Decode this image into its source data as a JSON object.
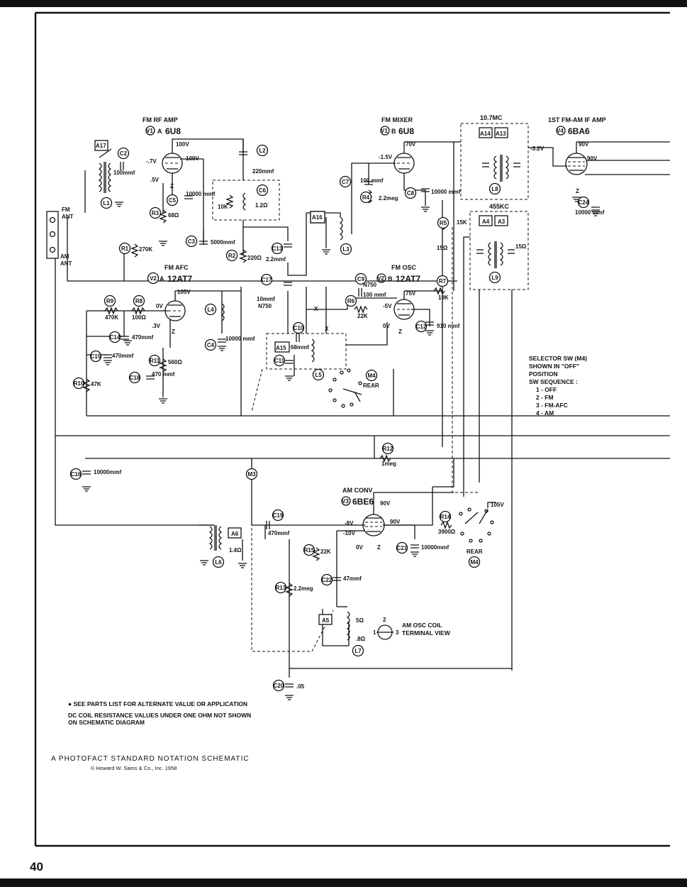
{
  "page_number": "40",
  "stages": {
    "v1a": {
      "title": "FM RF AMP",
      "ref": "V1",
      "section": "A",
      "tube": "6U8"
    },
    "v1b": {
      "title": "FM MIXER",
      "ref": "V1",
      "section": "B",
      "tube": "6U8"
    },
    "v4": {
      "title": "1ST FM-AM IF AMP",
      "ref": "V4",
      "tube": "6BA6"
    },
    "v2a": {
      "title": "FM AFC",
      "ref": "V2",
      "section": "A",
      "tube": "12AT7"
    },
    "v2b": {
      "title": "FM OSC",
      "ref": "V2",
      "section": "B",
      "tube": "12AT7"
    },
    "v3": {
      "title": "AM CONV",
      "ref": "V3",
      "tube": "6BE6"
    }
  },
  "transformers": {
    "t1": "10.7MC",
    "t2": "455KC"
  },
  "antenna": {
    "fm": [
      "FM",
      "ANT"
    ],
    "am": [
      "AM",
      "ANT"
    ]
  },
  "circled_refs": [
    "L1",
    "C2",
    "L2",
    "C6",
    "C5",
    "R3",
    "C3",
    "R2",
    "C13",
    "L3",
    "C7",
    "R4",
    "C8",
    "R5",
    "L8",
    "C24",
    "R1",
    "V2",
    "C17",
    "C9",
    "R6",
    "R7",
    "C12",
    "L9",
    "R9",
    "R8",
    "C14",
    "C15",
    "R11",
    "C18",
    "R10",
    "L4",
    "C4",
    "C10",
    "C11",
    "L5",
    "M4",
    "R12",
    "C16",
    "M3",
    "C19",
    "L6",
    "R15",
    "C21",
    "R14",
    "M4",
    "R13",
    "C22",
    "L7",
    "C20"
  ],
  "boxed_refs": [
    "A17",
    "A16",
    "A14",
    "A13",
    "A4",
    "A3",
    "A15",
    "A6",
    "A5"
  ],
  "values": {
    "c2": "100mmf",
    "c6": "220mmf",
    "r10k": "10K",
    "l2_r": "1.2Ω",
    "c5": "10000 mmf",
    "r3": "68Ω",
    "c3": "5000mmf",
    "r2": "220Ω",
    "c13": "2.2mmf",
    "c7": "100 mmf",
    "r4": "2.2meg",
    "c8": "10000 mmf",
    "r5": "15K",
    "r_15": "15Ω",
    "c24": "10000 mmf",
    "r1": "270K",
    "c17": "10mmf",
    "c17b": "N750",
    "c9": "N750",
    "c9b": "100 mmf",
    "r6": "22K",
    "r7": "10K",
    "c12": "910 mmf",
    "r9": "470K",
    "r8": "100Ω",
    "c14": "470mmf",
    "c15": "470mmf",
    "r11": "560Ω",
    "c18": "470 mmf",
    "r10": "47K",
    "c4": "10000 mmf",
    "c10": "68mmf",
    "r12": "1meg",
    "c16": "10000mmf",
    "c19": "470mmf",
    "l6_r": "1.4Ω",
    "r15": "22K",
    "c21": "10000mmf",
    "r14": "3900Ω",
    "r13": "2.2meg",
    "c22": "47mmf",
    "l7_r1": "5Ω",
    "l7_r2": ".8Ω",
    "c20": ".05"
  },
  "voltages": {
    "v1a_plate": "100V",
    "v1a_screen": "100V",
    "v1a_grid": "-.7V",
    "v1a_cath": ".5V",
    "v1b_plate": "70V",
    "v1b_grid": "-1.5V",
    "v4_grid": "-3.2V",
    "v4_plate": "90V",
    "v4_screen": "90V",
    "v2a_plate": "105V",
    "v2a_grid": "0V",
    "v2a_cath": ".3V",
    "v2b_plate": "75V",
    "v2b_grid": "-5V",
    "v2b_cath": "0V",
    "v3_plate": "90V",
    "v3_g1": "-8V",
    "v3_g3": "-10V",
    "v3_cath": "0V",
    "v3_screen": "90V",
    "m4_b": "105V"
  },
  "misc": {
    "rear1": "REAR",
    "rear2": "REAR",
    "z": "Z",
    "x": "X"
  },
  "selector": [
    "SELECTOR SW (M4)",
    "SHOWN IN \"OFF\"",
    "POSITION",
    "SW SEQUENCE :",
    "1 - OFF",
    "2 - FM",
    "3 - FM-AFC",
    "4 - AM"
  ],
  "coil_view": [
    "AM OSC COIL",
    "TERMINAL VIEW"
  ],
  "notes": [
    "● SEE PARTS LIST FOR ALTERNATE VALUE OR APPLICATION",
    "DC COIL RESISTANCE VALUES UNDER ONE OHM NOT SHOWN ON SCHEMATIC DIAGRAM"
  ],
  "footer": {
    "standard": "A PHOTOFACT STANDARD NOTATION SCHEMATIC",
    "copyright": "© Howard W. Sams & Co., Inc. 1958"
  }
}
